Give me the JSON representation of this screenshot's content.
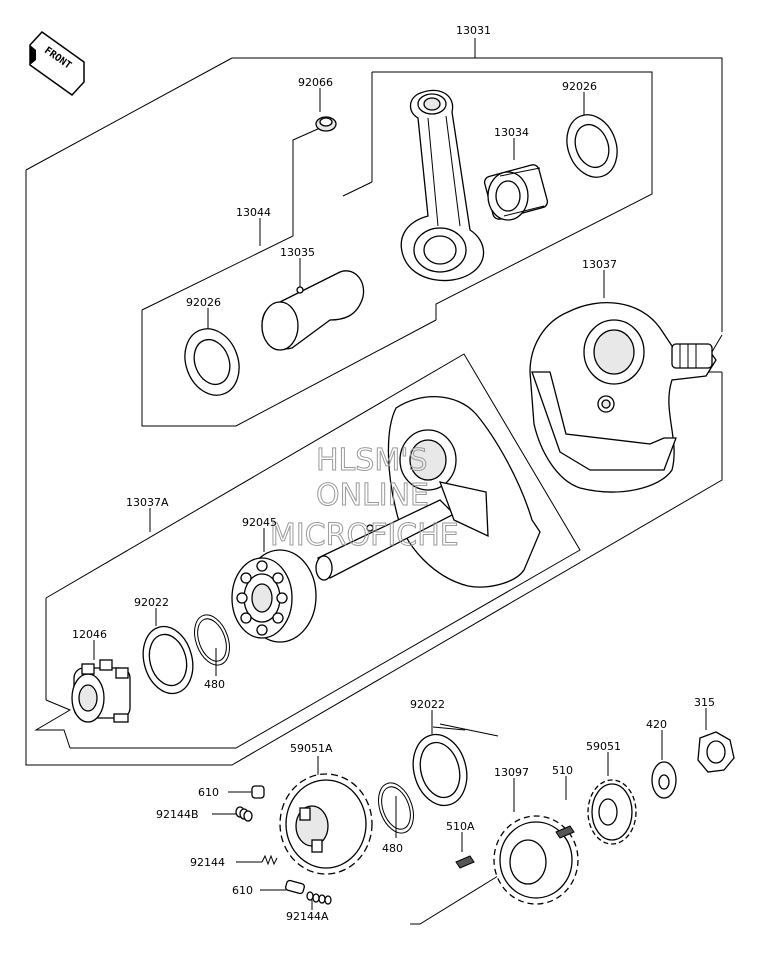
{
  "front_badge": {
    "text": "FRONT"
  },
  "watermark": {
    "line1": "HLSM'S",
    "line2": "ONLINE",
    "line3": "MICROFICHE"
  },
  "callouts": {
    "p13031": "13031",
    "p92066": "92066",
    "p92026a": "92026",
    "p13034": "13034",
    "p13044": "13044",
    "p13035": "13035",
    "p92026b": "92026",
    "p13037": "13037",
    "p13037A": "13037A",
    "p92045": "92045",
    "p92022a": "92022",
    "p12046": "12046",
    "p480a": "480",
    "p92022b": "92022",
    "p315": "315",
    "p420": "420",
    "p59051": "59051",
    "p510": "510",
    "p13097": "13097",
    "p59051A": "59051A",
    "p610a": "610",
    "p92144B": "92144B",
    "p480b": "480",
    "p510A": "510A",
    "p92144": "92144",
    "p610b": "610",
    "p92144A": "92144A"
  }
}
